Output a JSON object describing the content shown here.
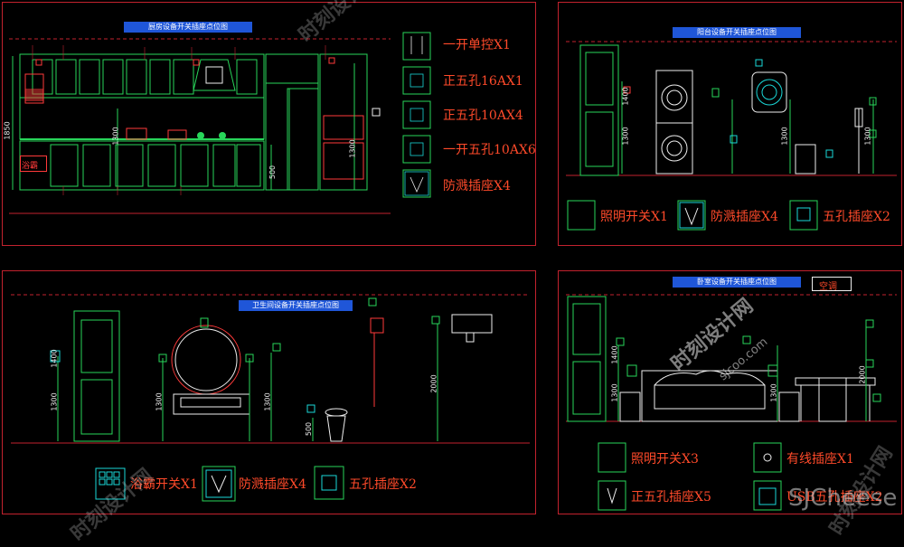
{
  "kitchen": {
    "title": "厨房设备开关插座点位图",
    "label": "浴霸",
    "dims": [
      "1850",
      "1300",
      "500",
      "1300"
    ],
    "legend": [
      "一开单控X1",
      "正五孔16AX1",
      "正五孔10AX4",
      "一开五孔10AX6",
      "防溅插座X4"
    ]
  },
  "balcony": {
    "title": "阳台设备开关插座点位图",
    "dims": [
      "1400",
      "1300",
      "1300",
      "1300"
    ],
    "legend": [
      "照明开关X1",
      "防溅插座X4",
      "五孔插座X2"
    ]
  },
  "bathroom": {
    "title": "卫生间设备开关插座点位图",
    "dims": [
      "1400",
      "1300",
      "1300",
      "1300",
      "500",
      "2000"
    ],
    "legend": [
      "浴霸开关X1",
      "防溅插座X4",
      "五孔插座X2"
    ]
  },
  "bedroom": {
    "title": "卧室设备开关插座点位图",
    "ac_label": "空调",
    "dims": [
      "1400",
      "1300",
      "1300",
      "2000"
    ],
    "legend_left": [
      "照明开关X3",
      "正五孔插座X5"
    ],
    "legend_right": [
      "有线插座X1",
      "USB五孔插座X2"
    ]
  },
  "watermark": {
    "brand": "SJCheese",
    "site": "sjcoo.com",
    "cn": "时刻设计网"
  },
  "colors": {
    "border": "#c2222e",
    "title_bg": "#1f56d8",
    "legend_text": "#ff4a2a",
    "line_green": "#28d65a",
    "cyan": "#1ad8d8"
  }
}
